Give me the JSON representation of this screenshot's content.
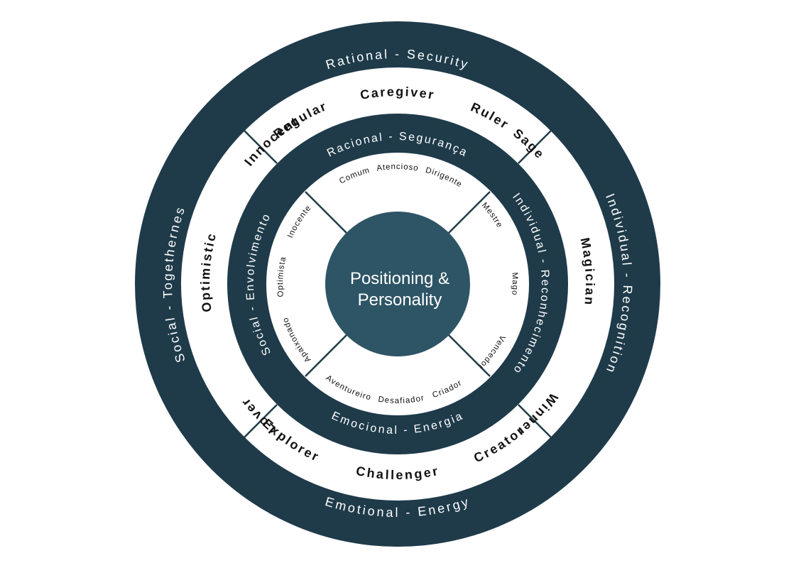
{
  "center": {
    "line1": "Positioning &",
    "line2": "Personality"
  },
  "outer_ring": {
    "top": "Rational - Security",
    "right": "Individual - Recognition",
    "bottom": "Emotional - Energy",
    "left": "Social - Togethernes"
  },
  "outer_words": {
    "top": [
      "Regular",
      "Caregiver",
      "Ruler"
    ],
    "right": [
      "Sage",
      "Magician",
      "Winner"
    ],
    "bottom": [
      "Explorer",
      "Challenger",
      "Creator"
    ],
    "left": [
      "Innocent",
      "Optimistic",
      "Lover"
    ]
  },
  "inner_ring": {
    "top": "Racional - Segurança",
    "right": "Individual - Reconhecimento",
    "bottom": "Emocional - Energia",
    "left": "Social - Envolvimento"
  },
  "inner_words": {
    "top": [
      "Comum",
      "Atencioso",
      "Dirigente"
    ],
    "right": [
      "Mestre",
      "Mago",
      "Vencedor"
    ],
    "bottom": [
      "Aventureiro",
      "Desafiador",
      "Criador"
    ],
    "left": [
      "Inocente",
      "Optimista",
      "Apaixonado"
    ]
  },
  "colors": {
    "dark_ring": "#1f3b4a",
    "center": "#2e5566",
    "background": "#ffffff"
  }
}
